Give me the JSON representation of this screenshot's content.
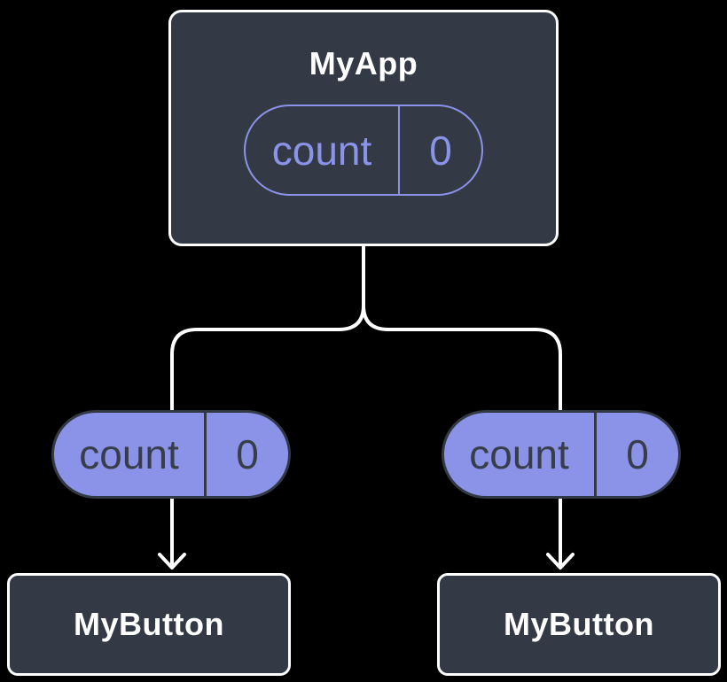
{
  "diagram": {
    "colors": {
      "page_bg": "#000000",
      "node_fill": "#333A46",
      "node_border": "#FFFFFF",
      "pill_fill": "#8B93E8",
      "pill_accent": "#8B93E8",
      "pill_border": "#323945",
      "pill_dark_text": "#373E4A",
      "label_text": "#FFFFFF",
      "connector": "#FFFFFF"
    },
    "root": {
      "label": "MyApp",
      "state": {
        "name": "count",
        "value": "0"
      }
    },
    "children": [
      {
        "state": {
          "name": "count",
          "value": "0"
        },
        "label": "MyButton"
      },
      {
        "state": {
          "name": "count",
          "value": "0"
        },
        "label": "MyButton"
      }
    ]
  }
}
